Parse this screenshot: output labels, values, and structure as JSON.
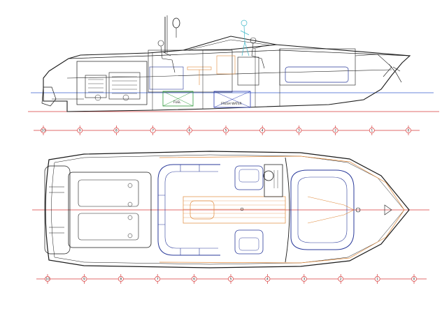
{
  "drawing": {
    "tank_labels": {
      "fuel": "FUEL",
      "fresh_water": "FRESH WATER"
    },
    "station_numbers_top": [
      "10",
      "9",
      "8",
      "7",
      "6",
      "5",
      "4",
      "3",
      "2",
      "1",
      "0"
    ],
    "station_numbers_bottom": [
      "10",
      "9",
      "8",
      "7",
      "6",
      "5",
      "4",
      "3",
      "2",
      "1",
      "0"
    ],
    "colors": {
      "hull_outline": "#1a1a1a",
      "interior": "#2a3a9a",
      "teak_deck": "#e08a3c",
      "centerline": "#d83a3a",
      "waterline": "#3a5fcf",
      "fuel_tank": "#2e9a3a",
      "water_tank": "#2a3ab0",
      "figures": "#3fb8c8"
    }
  }
}
